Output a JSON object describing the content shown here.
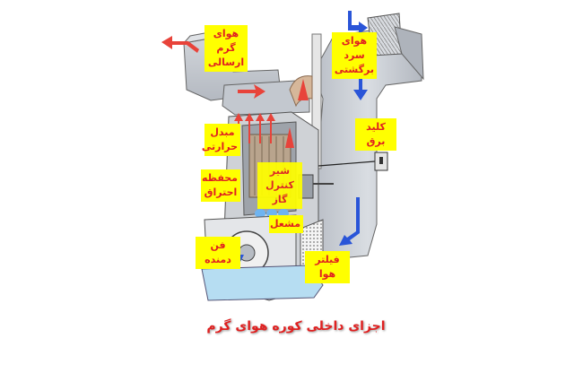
{
  "labels": {
    "warm_air_supply": [
      "هوای گرم",
      "ارسالی"
    ],
    "cold_air_return": [
      "هوای سرد",
      "برگشتی"
    ],
    "heat_exchanger": [
      "مبدل",
      "حرارتی"
    ],
    "combustion_chamber": [
      "محفظه",
      "احتراق"
    ],
    "gas_valve": [
      "شیر",
      "کنترل گاز"
    ],
    "burner": "مشعل",
    "blower_fan": "فن دمنده",
    "air_filter": "فیلتر هوا",
    "power_switch": "کلید برق"
  },
  "caption": "اجزای داخلی کوره هوای گرم",
  "colors": {
    "label_bg": "#ffff00",
    "label_text": "#e02020",
    "warm_arrow": "#e8433a",
    "cold_arrow": "#2a55d8",
    "duct": "#c9cdd3",
    "filter": "#a9d6ef"
  }
}
